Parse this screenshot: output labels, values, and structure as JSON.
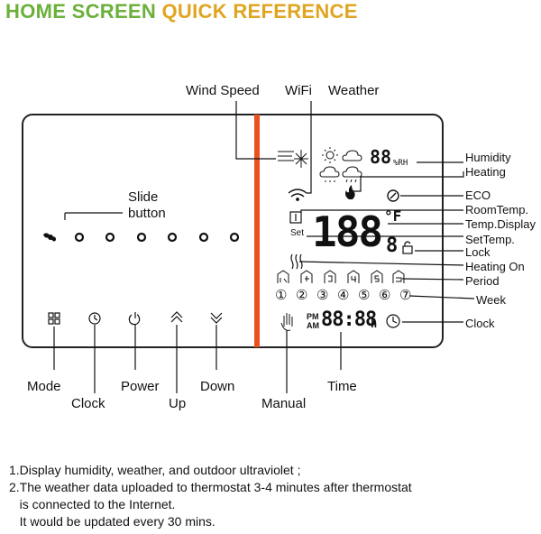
{
  "title": {
    "part1": "HOME SCREEN ",
    "part2": "QUICK REFERENCE"
  },
  "top_labels": {
    "wind_speed": "Wind Speed",
    "wifi": "WiFi",
    "weather": "Weather"
  },
  "left_panel": {
    "slide_button_line1": "Slide",
    "slide_button_line2": "button",
    "buttons": [
      "Mode",
      "Clock",
      "Power",
      "Up",
      "Down"
    ]
  },
  "bottom_labels": {
    "manual": "Manual",
    "time": "Time"
  },
  "right_labels": {
    "humidity": "Humidity",
    "heating": "Heating",
    "eco": "ECO",
    "room_temp": "RoomTemp.",
    "temp_display": "Temp.Display",
    "set_temp": "SetTemp.",
    "lock": "Lock",
    "heating_on": "Heating On",
    "period": "Period",
    "week": "Week",
    "clock": "Clock"
  },
  "display": {
    "humidity_value": "88",
    "humidity_unit": "%RH",
    "temp_value": "188",
    "temp_unit": "°F",
    "set_value": "8",
    "set_label": "Set",
    "pm": "PM",
    "am": "AM",
    "time_value": "88:88",
    "time_unit": "h",
    "weekdays": [
      "①",
      "②",
      "③",
      "④",
      "⑤",
      "⑥",
      "⑦"
    ]
  },
  "notes": [
    "1.Display humidity, weather, and outdoor ultraviolet ;",
    "2.The weather data uploaded to thermostat 3-4 minutes after thermostat",
    "   is connected to the Internet.",
    "   It would be updated every 30 mins."
  ]
}
